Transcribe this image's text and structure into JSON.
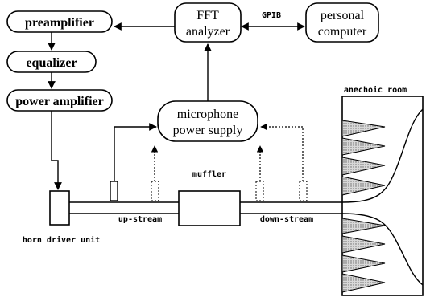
{
  "blocks": {
    "preamplifier": "preamplifier",
    "equalizer": "equalizer",
    "power_amplifier": "power amplifier",
    "fft_line1": "FFT",
    "fft_line2": "analyzer",
    "pc_line1": "personal",
    "pc_line2": "computer",
    "mic_line1": "microphone",
    "mic_line2": "power supply"
  },
  "labels": {
    "gpib": "GPIB",
    "muffler": "muffler",
    "upstream": "up-stream",
    "downstream": "down-stream",
    "horn_driver": "horn driver unit",
    "anechoic_room": "anechoic room"
  },
  "colors": {
    "stroke": "#000000",
    "wedge_fill": "#bdbdbd"
  }
}
